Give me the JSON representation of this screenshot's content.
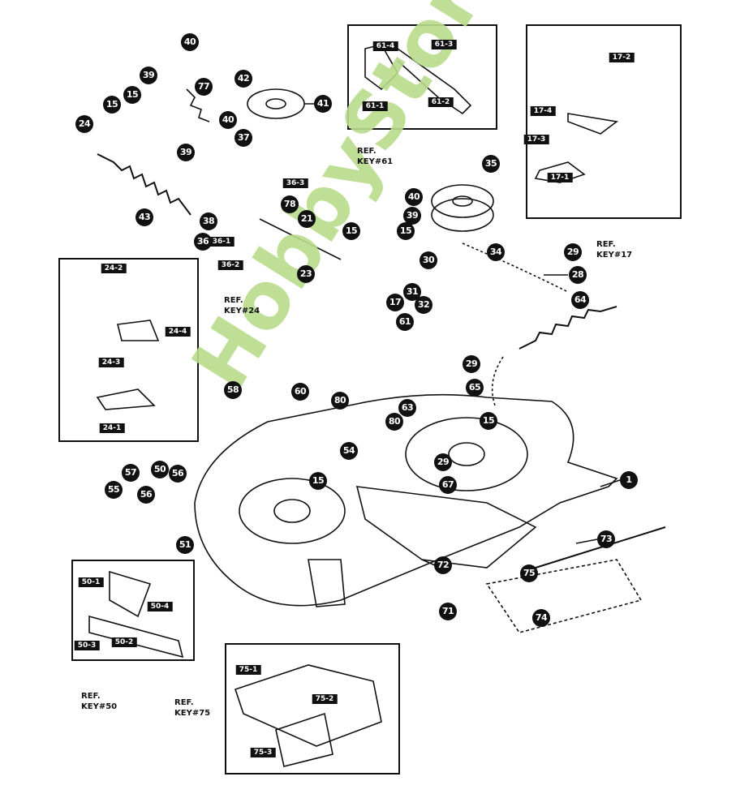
{
  "callouts": [
    "40",
    "39",
    "15",
    "77",
    "15",
    "24",
    "42",
    "41",
    "40",
    "37",
    "39",
    "43",
    "38",
    "78",
    "21",
    "36",
    "23",
    "15",
    "40",
    "39",
    "15",
    "17",
    "35",
    "30",
    "34",
    "29",
    "28",
    "31",
    "32",
    "64",
    "61",
    "29",
    "65",
    "58",
    "60",
    "80",
    "80",
    "63",
    "15",
    "54",
    "29",
    "67",
    "15",
    "1",
    "57",
    "50",
    "56",
    "55",
    "56",
    "51",
    "72",
    "73",
    "75",
    "71",
    "74"
  ],
  "sub_keys": [
    "36-3",
    "36-1",
    "36-2",
    "61-4",
    "61-3",
    "61-1",
    "61-2",
    "17-2",
    "17-4",
    "17-3",
    "17-1",
    "24-2",
    "24-4",
    "24-3",
    "24-1",
    "50-1",
    "50-4",
    "50-3",
    "50-2",
    "75-1",
    "75-2",
    "75-3"
  ],
  "refs": {
    "key61": {
      "line1": "REF.",
      "line2": "KEY#61"
    },
    "key17": {
      "line1": "REF.",
      "line2": "KEY#17"
    },
    "key24": {
      "line1": "REF.",
      "line2": "KEY#24"
    },
    "key50": {
      "line1": "REF.",
      "line2": "KEY#50"
    },
    "key75": {
      "line1": "REF.",
      "line2": "KEY#75"
    }
  },
  "watermark": "HobbyStore.it",
  "colors": {
    "ink": "#111111",
    "watermark": "#b8dc8a"
  }
}
